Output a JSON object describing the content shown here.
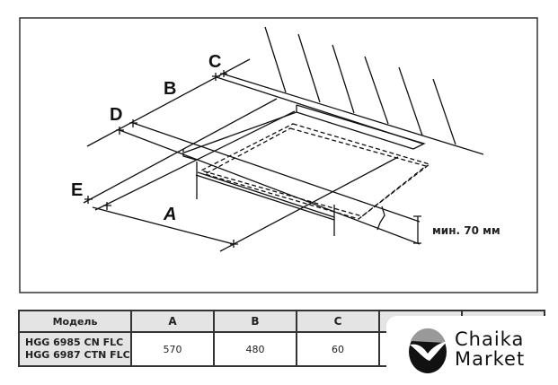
{
  "diagram": {
    "labels": {
      "a": "A",
      "b": "B",
      "c": "C",
      "d": "D",
      "e": "E"
    },
    "min_height_note": "мин. 70 мм"
  },
  "table": {
    "headers": [
      "Модель",
      "A",
      "B",
      "C",
      "",
      ""
    ],
    "rows": [
      {
        "model_lines": [
          "HGG 6985 CN FLC",
          "HGG 6987 CTN FLC"
        ],
        "a": "570",
        "b": "480",
        "c": "60"
      }
    ]
  },
  "logo": {
    "line1": "Chaika",
    "line2": "Market"
  }
}
